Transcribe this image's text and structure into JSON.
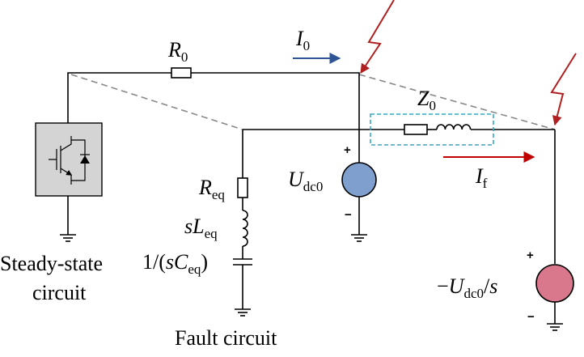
{
  "labels": {
    "r0": {
      "main": "R",
      "sub": "0"
    },
    "i0": {
      "main": "I",
      "sub": "0"
    },
    "z0": {
      "main": "Z",
      "sub": "0"
    },
    "if": {
      "main": "I",
      "sub": "f"
    },
    "udc0": {
      "main": "U",
      "sub": "dc0"
    },
    "req": {
      "main": "R",
      "sub": "eq"
    },
    "sleq": {
      "pre": "s",
      "main": "L",
      "sub": "eq"
    },
    "ceq": {
      "pre": "1/(",
      "s": "s",
      "main": "C",
      "sub": "eq",
      "post": ")"
    },
    "source2": {
      "pre": "−",
      "main": "U",
      "sub": "dc0",
      "post": "/",
      "s": "s"
    },
    "plus": "+",
    "minus": "−"
  },
  "captions": {
    "steady_state_line1": "Steady-state",
    "steady_state_line2": "circuit",
    "fault": "Fault circuit"
  },
  "colors": {
    "wire": "#000000",
    "dashed_projection": "#888888",
    "i0_arrow": "#2f5597",
    "if_arrow": "#c00000",
    "lightning": "#b02020",
    "z0_box": "#39a7c4",
    "source_udc0_fill": "#7f9fcf",
    "source_neg_fill": "#d9788c",
    "converter_fill": "#d4d4d4"
  }
}
